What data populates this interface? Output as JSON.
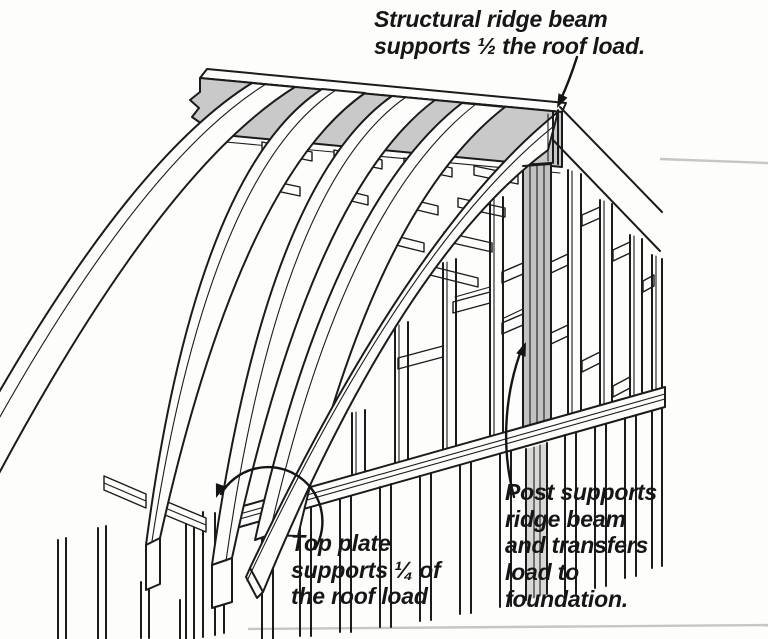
{
  "figure": {
    "title": "Structural ridge beam framing diagram",
    "subject": "Gable roof framing with structural ridge beam, rafters, gable-end studs, post and top plate"
  },
  "labels": {
    "ridge": {
      "text": "Structural ridge beam\nsupports ½ the roof load."
    },
    "top_plate": {
      "text": "Top plate\nsupports ¼ of\nthe roof load"
    },
    "post": {
      "text": "Post supports\nridge beam\nand transfers\nload to\nfoundation."
    }
  },
  "icons": {
    "ridge_arrow": "arrow-down-to-ridge",
    "top_plate_arrow": "curved-arrow-to-top-plate",
    "post_arrow": "curved-arrow-to-post"
  },
  "colors": {
    "ink": "#1b1b1b",
    "paper": "#fdfdfc",
    "wood_shade": "#c9c9c9",
    "post_shade": "#c2c2c2",
    "post_lower_shade": "#d8d8d6"
  }
}
